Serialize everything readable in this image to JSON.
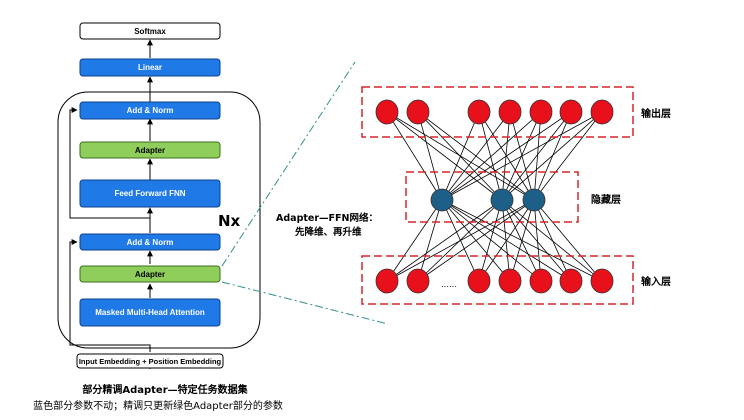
{
  "blocks": {
    "softmax": "Softmax",
    "linear": "Linear",
    "add_norm_top": "Add & Norm",
    "adapter_top": "Adapter",
    "ffn": "Feed Forward FNN",
    "add_norm_bottom": "Add & Norm",
    "adapter_bottom": "Adapter",
    "attention": "Masked Multi-Head Attention",
    "embedding": "Input Embedding + Position Embedding",
    "repeat": "Nx"
  },
  "network": {
    "caption_line1": "Adapter—FFN网络：",
    "caption_line2": "先降维、再升维",
    "output_label": "输出层",
    "hidden_label": "隐藏层",
    "input_label": "输入层",
    "ellipsis": "……",
    "output_count": 7,
    "hidden_count": 3,
    "input_count": 7
  },
  "captions": {
    "title": "部分精调Adapter—特定任务数据集",
    "note": "蓝色部分参数不动；精调只更新绿色Adapter部分的参数"
  },
  "colors": {
    "blue": "#1f7ae8",
    "green": "#8fce5a",
    "red_node": "#e8101a",
    "hidden_node": "#1d5f86",
    "dash_red": "#d6262c",
    "dash_teal": "#2f8f8a"
  }
}
